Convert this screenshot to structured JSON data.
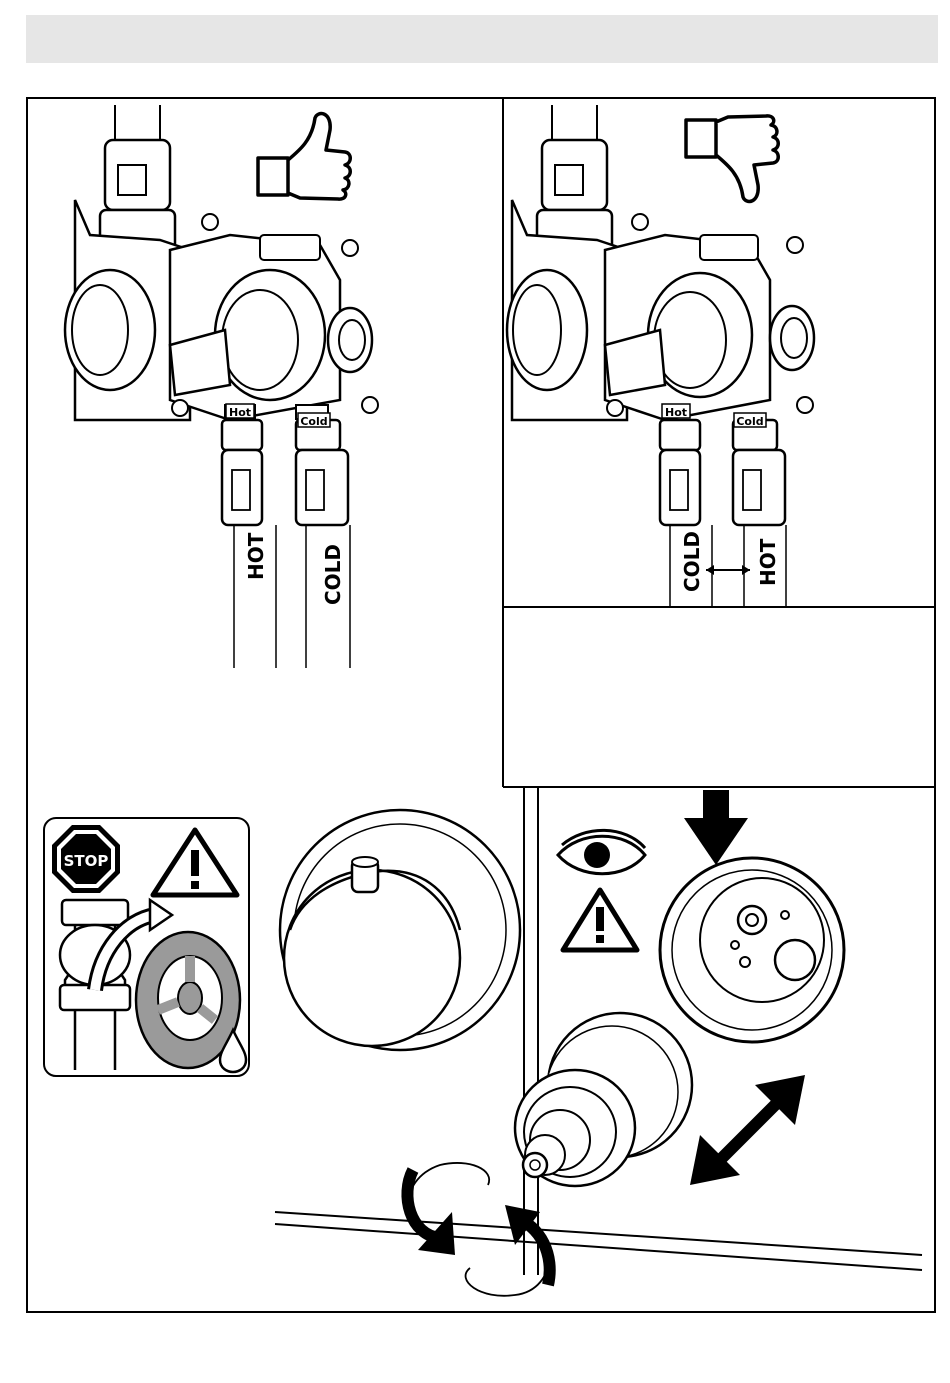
{
  "panel_correct": {
    "tag_hot": "Hot",
    "tag_cold": "Cold",
    "pipe_left_label": "HOT",
    "pipe_right_label": "COLD"
  },
  "panel_incorrect": {
    "tag_hot": "Hot",
    "tag_cold": "Cold",
    "pipe_left_label": "COLD",
    "pipe_right_label": "HOT"
  },
  "warning": {
    "stop_sign_text": "STOP"
  },
  "colors": {
    "header_bar": "#e6e6e6",
    "line": "#000000",
    "valve_wheel": "#9a9a9a"
  },
  "icons": [
    "thumbs-up-icon",
    "thumbs-down-icon",
    "stop-sign-icon",
    "warning-triangle-icon",
    "eye-icon",
    "water-drop-icon",
    "arrow-down-icon",
    "double-arrow-icon",
    "rotate-arrows-icon"
  ]
}
